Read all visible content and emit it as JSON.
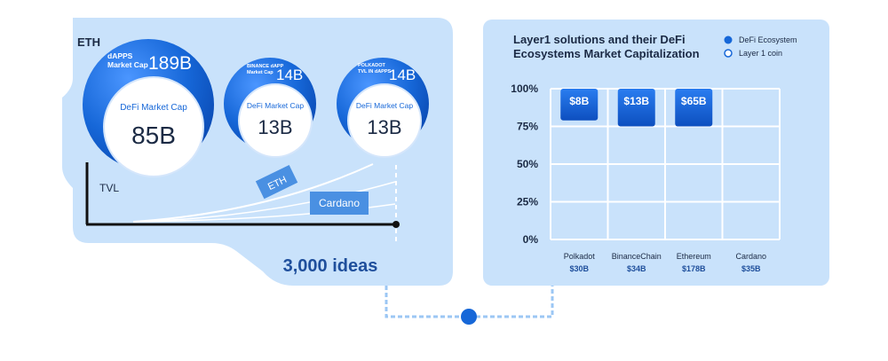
{
  "left_panel": {
    "label": "ETH",
    "circles": [
      {
        "outer_label": "dAPPS Market Cap",
        "outer_value": "189B",
        "inner_label": "DeFi Market Cap",
        "inner_value": "85B"
      },
      {
        "outer_label": "BINANCE dAPP Market Cap",
        "outer_value": "14B",
        "inner_label": "DeFi Market Cap",
        "inner_value": "13B"
      },
      {
        "outer_label": "POLKADOT TVL IN dAPPS",
        "outer_value": "14B",
        "inner_label": "DeFi Market Cap",
        "inner_value": "13B"
      }
    ],
    "axis_label": "TVL",
    "curve_labels": [
      "ETH",
      "Cardano"
    ],
    "footer": "3,000 ideas"
  },
  "right_panel": {
    "title_line1": "Layer1 solutions and their DeFi",
    "title_line2": "Ecosystems Market Capitalization",
    "legend": [
      {
        "label": "DeFi Ecosystem",
        "filled": true
      },
      {
        "label": "Layer 1 coin",
        "filled": false
      }
    ]
  },
  "chart_data": {
    "type": "bar",
    "title": "Layer1 solutions and their DeFi Ecosystems Market Capitalization",
    "categories": [
      "Polkadot",
      "BinanceChain",
      "Ethereum",
      "Cardano"
    ],
    "layer1_caps": [
      "$30B",
      "$34B",
      "$178B",
      "$35B"
    ],
    "series": [
      {
        "name": "DeFi Ecosystem",
        "bar_labels": [
          "$8B",
          "$13B",
          "$65B",
          ""
        ],
        "top_pct": [
          100,
          100,
          100,
          0
        ],
        "bottom_pct": [
          79,
          75,
          75,
          0
        ]
      }
    ],
    "y_ticks": [
      "100%",
      "75%",
      "50%",
      "25%",
      "0%"
    ],
    "y_tick_values": [
      100,
      75,
      50,
      25,
      0
    ],
    "ylim": [
      0,
      100
    ],
    "legend_position": "top-right",
    "grid": true
  },
  "colors": {
    "panel": "#c9e2fb",
    "blue": "#1667d8",
    "dark_blue": "#0d4fbf",
    "text_dark": "#1b2a44",
    "footer_text": "#1f4f9c"
  }
}
